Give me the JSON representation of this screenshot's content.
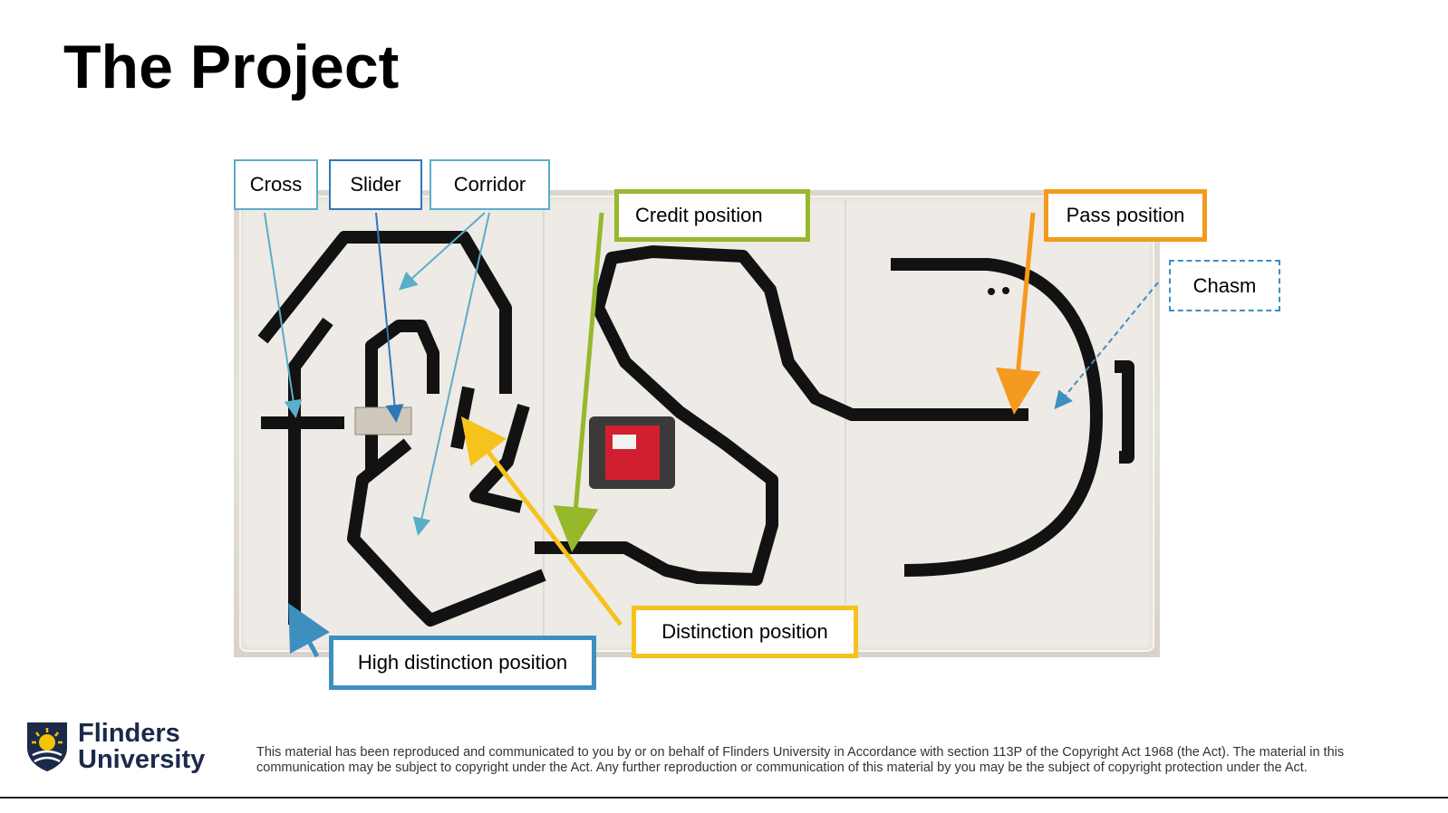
{
  "slide": {
    "title": "The Project"
  },
  "labels": {
    "cross": "Cross",
    "slider": "Slider",
    "corridor": "Corridor",
    "credit": "Credit position",
    "pass": "Pass position",
    "chasm": "Chasm",
    "distinction": "Distinction position",
    "high_distinction": "High distinction position"
  },
  "colors": {
    "cross": "#5aaec9",
    "slider": "#2f78b8",
    "corridor": "#5aaec9",
    "credit": "#96b82b",
    "pass": "#f39a1f",
    "chasm": "#3e8fbf",
    "distinction": "#f6c21c",
    "high_distinction": "#3e8fbf"
  },
  "footer": {
    "logo_line1": "Flinders",
    "logo_line2": "University",
    "copyright": "This material has been reproduced and communicated to you by or on behalf of Flinders University in Accordance with section 113P of the Copyright Act 1968 (the Act). The material in this communication may be subject to copyright under the Act. Any further reproduction or communication of this material by you may be the subject of copyright protection under the Act."
  }
}
